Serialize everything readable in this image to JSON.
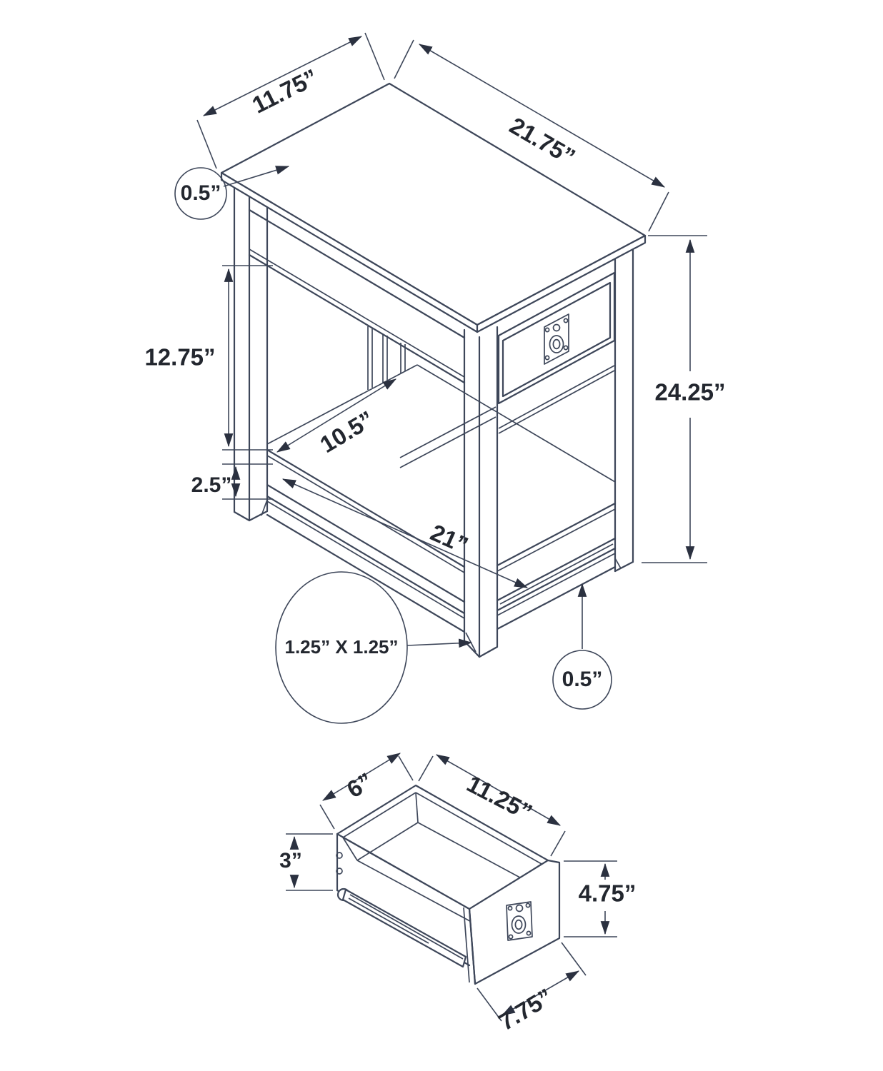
{
  "diagram": {
    "title": "side-table-dimension-drawing",
    "colors": {
      "line": "#3d4659",
      "text": "#23272f",
      "background": "#ffffff"
    },
    "table_view": {
      "top_width": "11.75”",
      "top_length": "21.75”",
      "top_thickness": "0.5”",
      "apron_to_shelf_height": "12.75”",
      "shelf_rail_height": "2.5”",
      "shelf_depth": "10.5”",
      "shelf_length": "21”",
      "overall_height": "24.25”",
      "leg_cross_section": "1.25” X 1.25”",
      "bottom_shelf_thickness": "0.5”"
    },
    "drawer_view": {
      "inner_depth": "6”",
      "inner_length": "11.25”",
      "side_height": "3”",
      "front_height": "4.75”",
      "front_width": "7.75”"
    }
  }
}
